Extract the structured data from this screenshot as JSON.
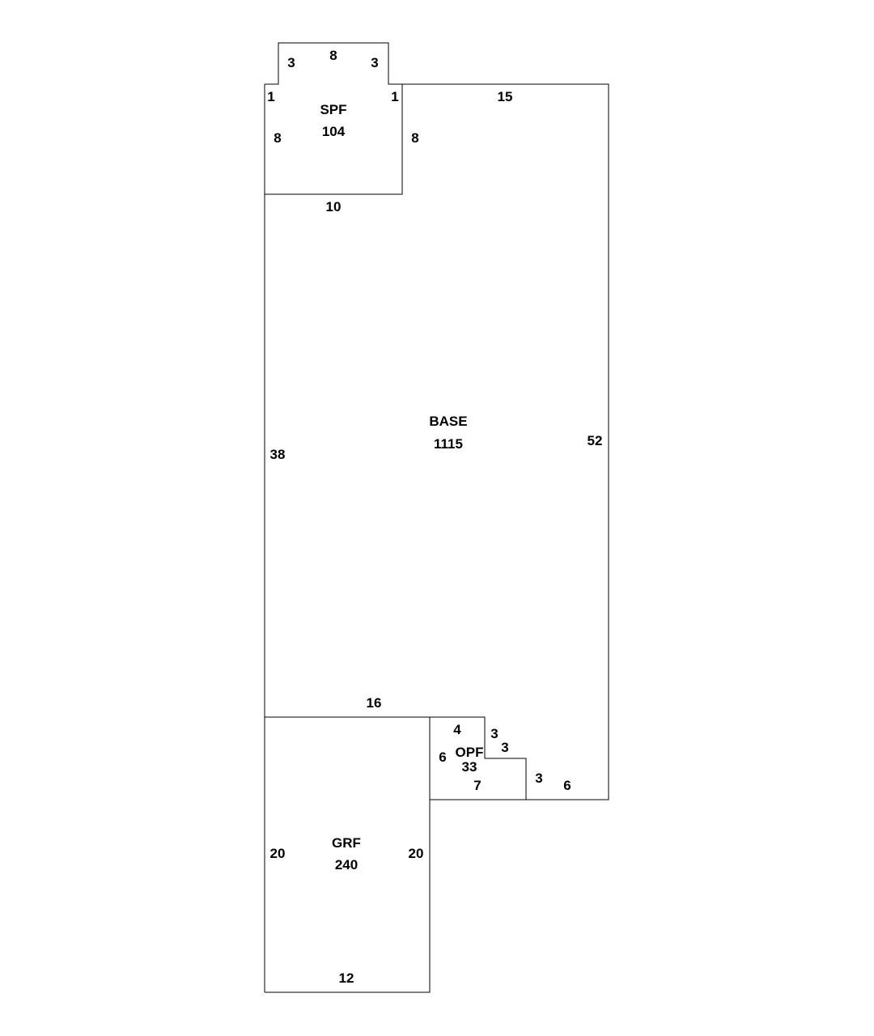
{
  "areas": {
    "spf": {
      "name": "SPF",
      "area": "104"
    },
    "base": {
      "name": "BASE",
      "area": "1115"
    },
    "opf": {
      "name": "OPF",
      "area": "33"
    },
    "grf": {
      "name": "GRF",
      "area": "240"
    }
  },
  "dimensions": {
    "spf_bump_left": "3",
    "spf_bump_top": "8",
    "spf_bump_right": "3",
    "spf_left_step": "1",
    "spf_right_step": "1",
    "spf_left": "8",
    "spf_right": "8",
    "spf_bottom": "10",
    "base_top": "15",
    "base_left": "38",
    "base_right": "52",
    "base_lower": "16",
    "opf_top": "4",
    "opf_step_v": "3",
    "opf_step_h": "3",
    "opf_left": "6",
    "opf_bottom": "7",
    "base_notch": "3",
    "base_bottom": "6",
    "grf_left": "20",
    "grf_right": "20",
    "grf_bottom": "12"
  },
  "colors": {
    "line": "#000000",
    "background": "#ffffff"
  }
}
